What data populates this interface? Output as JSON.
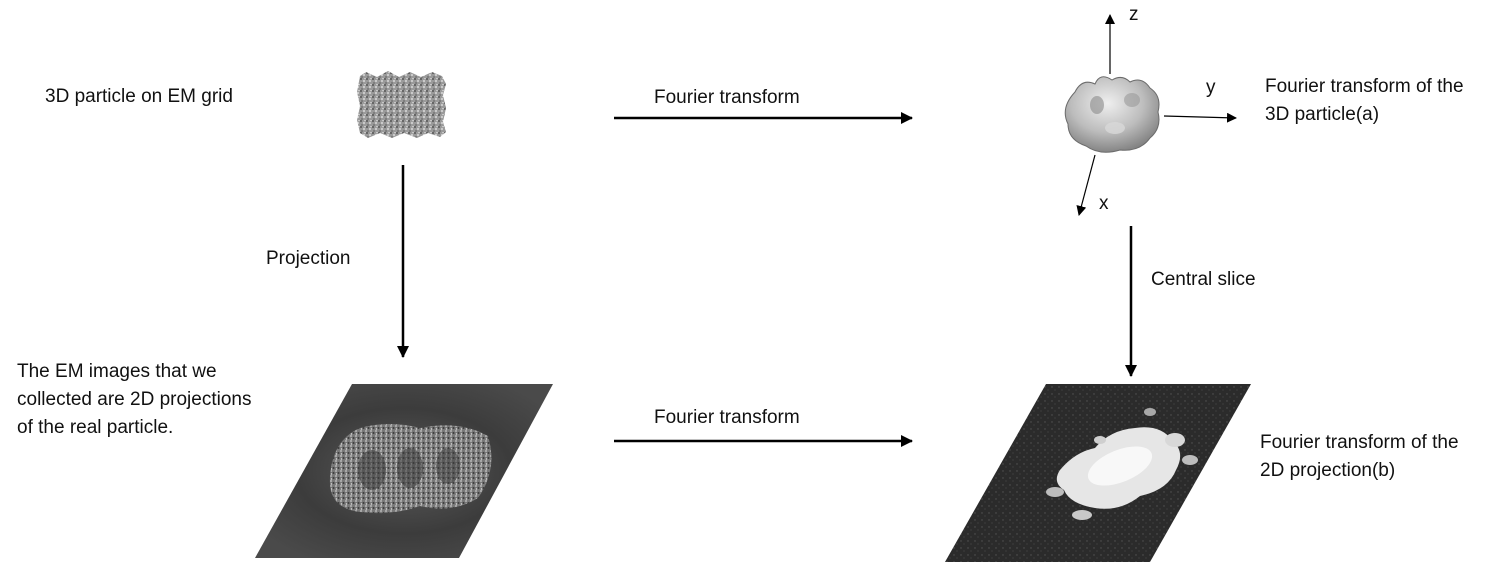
{
  "labels": {
    "particle_3d": "3D particle on EM grid",
    "ft_top": "Fourier transform",
    "ft_3d_line1": "Fourier transform of the",
    "ft_3d_line2": "3D particle(a)",
    "projection": "Projection",
    "central_slice": "Central slice",
    "em_images_line1": "The EM images that we",
    "em_images_line2": "collected are 2D projections",
    "em_images_line3": "of the real particle.",
    "ft_bottom": "Fourier transform",
    "ft_2d_line1": "Fourier transform of the",
    "ft_2d_line2": "2D projection(b)"
  },
  "axes": {
    "z": "z",
    "y": "y",
    "x": "x"
  }
}
